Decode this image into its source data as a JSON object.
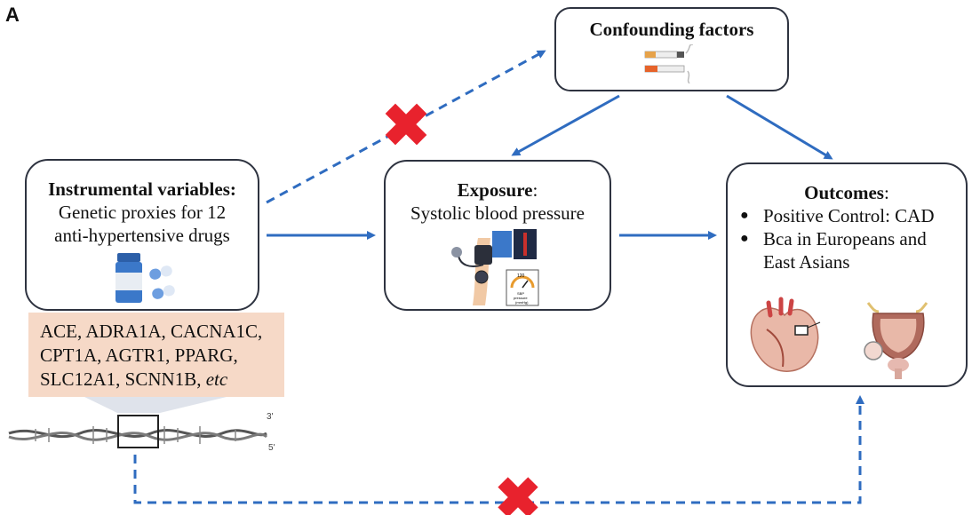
{
  "panel_label": "A",
  "instrumental": {
    "title": "Instrumental variables:",
    "lines": [
      "Genetic proxies for 12",
      "anti-hypertensive drugs"
    ]
  },
  "exposure": {
    "title": "Exposure",
    "colon": ":",
    "line": "Systolic blood pressure"
  },
  "confounding": {
    "title": "Confounding factors"
  },
  "outcomes": {
    "title": "Outcomes",
    "colon": ":",
    "bullets": [
      "Positive Control: CAD",
      "Bca in Europeans and",
      "East Asians"
    ]
  },
  "genes": {
    "line1": "ACE, ADRA1A, CACNA1C,",
    "line2": "CPT1A, AGTR1, PPARG,",
    "line3_plain": "SLC12A1, SCNN1B, ",
    "line3_italic": "etc"
  },
  "dna_labels": {
    "top": "3'",
    "bottom": "5'"
  },
  "bp_gauge_labels": {
    "title": "120",
    "sub": "SBP",
    "sub2": "pressure",
    "sub3": "(mmHg)"
  },
  "colors": {
    "arrow": "#2f6cc0",
    "cross": "#e8222d",
    "box_border": "#2e3340",
    "gene_panel": "#f6d9c7"
  },
  "icons": [
    "pill-bottle-icon",
    "capsule-icon",
    "cigarette-icon",
    "blood-pressure-cuff-icon",
    "bp-gauge-icon",
    "heart-icon",
    "bladder-icon",
    "dna-helix-icon",
    "cross-icon"
  ]
}
